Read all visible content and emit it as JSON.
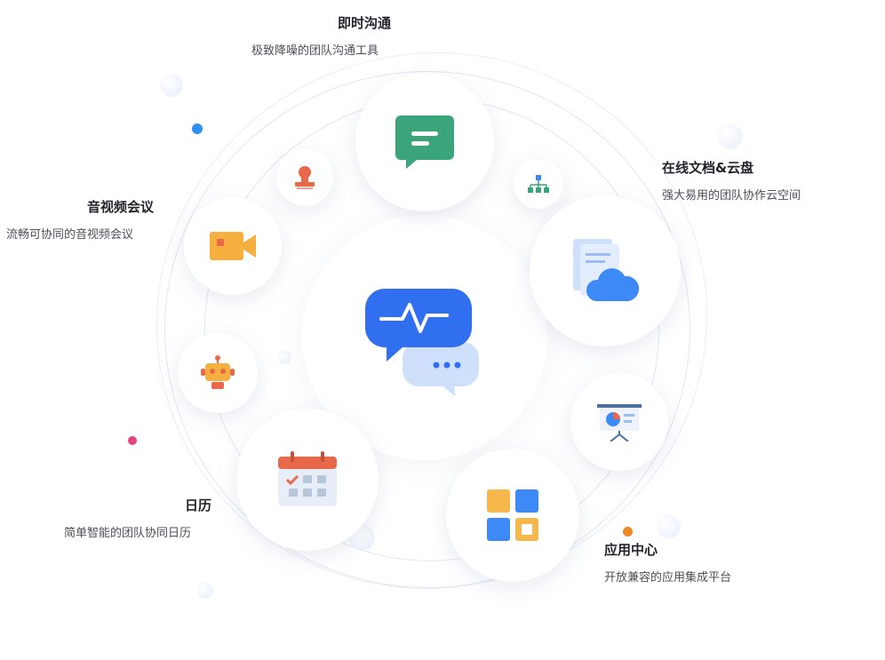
{
  "features": [
    {
      "title": "即时沟通",
      "subtitle": "极致降噪的团队沟通工具"
    },
    {
      "title": "在线文档&云盘",
      "subtitle": "强大易用的团队协作云空间"
    },
    {
      "title": "音视频会议",
      "subtitle": "流畅可协同的音视频会议"
    },
    {
      "title": "日历",
      "subtitle": "简单智能的团队协同日历"
    },
    {
      "title": "应用中心",
      "subtitle": "开放兼容的应用集成平台"
    }
  ],
  "colors": {
    "primary": "#2f6ff0",
    "chat": "#3aa57a",
    "video": "#f5b040",
    "calendar": "#e8684a",
    "apps_blue": "#3d8af7",
    "apps_yellow": "#f7b84b"
  }
}
